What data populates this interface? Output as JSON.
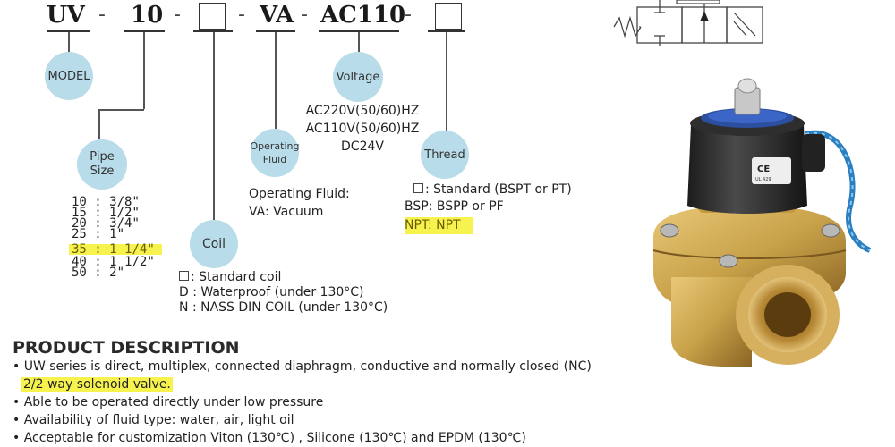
{
  "model_code": {
    "part1": "UV",
    "part2": "10",
    "part4": "VA",
    "part5": "AC110",
    "separator": "-"
  },
  "bubbles": {
    "model": "MODEL",
    "pipe_size_1": "Pipe",
    "pipe_size_2": "Size",
    "coil": "Coil",
    "operating_fluid_1": "Operating",
    "operating_fluid_2": "Fluid",
    "voltage": "Voltage",
    "thread": "Thread"
  },
  "pipe_sizes": [
    {
      "code": "10",
      "sep": ":",
      "size": "3/8\""
    },
    {
      "code": "15",
      "sep": ":",
      "size": "1/2\""
    },
    {
      "code": "20",
      "sep": ":",
      "size": "3/4\""
    },
    {
      "code": "25",
      "sep": ":",
      "size": "1\""
    },
    {
      "code": "35",
      "sep": ":",
      "size": "1 1/4\""
    },
    {
      "code": "40",
      "sep": ":",
      "size": "1 1/2\""
    },
    {
      "code": "50",
      "sep": ":",
      "size": "2\""
    }
  ],
  "coil_options": {
    "standard": ": Standard coil",
    "waterproof_code": "D",
    "waterproof": ": Waterproof (under 130°C)",
    "nass_code": "N",
    "nass": ": NASS DIN COIL (under 130°C)"
  },
  "fluid": {
    "heading": "Operating Fluid:",
    "value": "VA: Vacuum"
  },
  "voltages": [
    "AC220V(50/60)HZ",
    "AC110V(50/60)HZ",
    "DC24V"
  ],
  "thread_options": {
    "standard": ": Standard (BSPT or PT)",
    "bsp_code": "BSP",
    "bsp": ": BSPP or PF",
    "npt_code": "NPT",
    "npt": ": NPT"
  },
  "description": {
    "heading": "PRODUCT DESCRIPTION",
    "bullet": "•",
    "line1": "UW series is direct, multiplex, connected diaphragm, conductive and normally closed (NC)",
    "line1b": "2/2 way solenoid valve.",
    "line2": "Able to be operated directly under low pressure",
    "line3": "Availability of fluid type: water, air, light oil",
    "line4": "Acceptable for customization Viton (130℃) , Silicone (130℃) and EPDM (130℃)"
  },
  "product_image": {
    "label_text": "CE",
    "ul_text": "UL 429"
  },
  "colors": {
    "bubble": "#b9dcea",
    "highlight": "#f6f24e",
    "brass": "#c9a24a",
    "coil_body": "#2b2b2b",
    "cable": "#2a7fc0"
  }
}
